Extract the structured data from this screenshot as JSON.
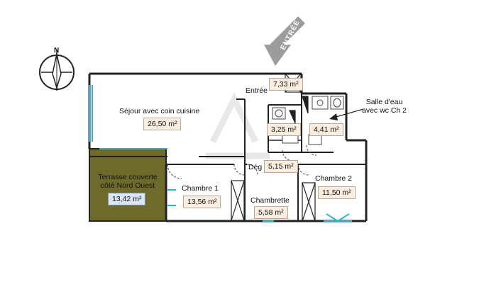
{
  "plan": {
    "entrance_arrow_label": "ENTRÉE",
    "compass_north": "N",
    "rooms": [
      {
        "key": "sejour",
        "name": "Séjour avec coin cuisine",
        "area": "26,50 m²"
      },
      {
        "key": "entree",
        "name": "Entrée",
        "area": "7,33 m²"
      },
      {
        "key": "sdb1",
        "name": "",
        "area": "3,25 m²"
      },
      {
        "key": "sdb2",
        "name": "Salle d'eau\navec wc Ch 2",
        "area": "4,41 m²"
      },
      {
        "key": "deg",
        "name": "Dég",
        "area": "5,15 m²"
      },
      {
        "key": "terrasse",
        "name": "Terrasse couverte\ncôté Nord Ouest",
        "area": "13,42 m²"
      },
      {
        "key": "ch1",
        "name": "Chambre 1",
        "area": "13,56 m²"
      },
      {
        "key": "chambrette",
        "name": "Chambrette",
        "area": "5,58 m²"
      },
      {
        "key": "ch2",
        "name": "Chambre 2",
        "area": "11,50 m²"
      }
    ],
    "colors": {
      "wall": "#222222",
      "terrace": "#6e6b2a",
      "window": "#35b0d8",
      "area_bg": "#fbeee0",
      "area_blue": "#dbe6f3",
      "watermark": "#e6e6e6"
    }
  }
}
